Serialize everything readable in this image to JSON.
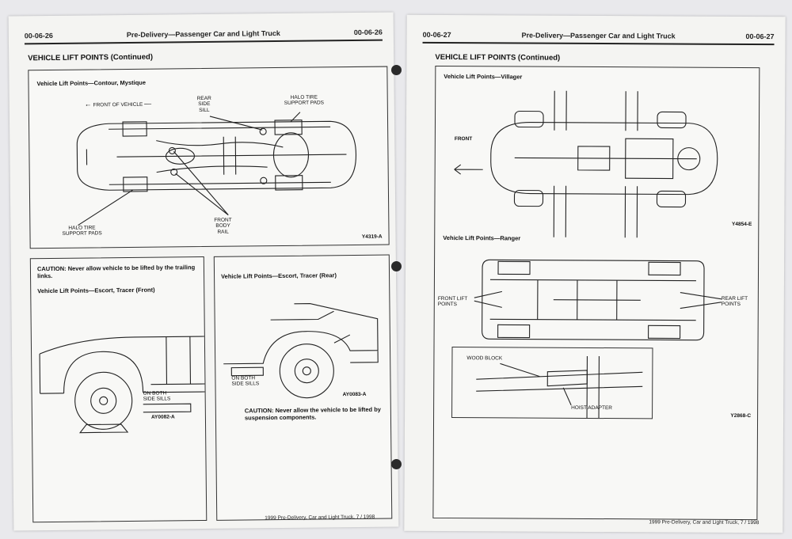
{
  "left_page": {
    "header": {
      "page_left": "00-06-26",
      "title": "Pre-Delivery—Passenger Car and Light Truck",
      "page_right": "00-06-26"
    },
    "section_title": "VEHICLE LIFT POINTS (Continued)",
    "figure1": {
      "caption": "Vehicle Lift Points—Contour, Mystique",
      "label_front": "FRONT OF VEHICLE",
      "label_rear_side_sill": "REAR\nSIDE\nSILL",
      "label_halo_top": "HALO TIRE\nSUPPORT PADS",
      "label_front_body_rail": "FRONT\nBODY\nRAIL",
      "label_halo_bottom": "HALO TIRE\nSUPPORT PADS",
      "fig_id": "Y4319-A"
    },
    "figure2": {
      "caution": "CAUTION: Never allow vehicle to be lifted by the trailing links.",
      "caption": "Vehicle Lift Points—Escort, Tracer (Front)",
      "label": "ON BOTH\nSIDE SILLS",
      "fig_id": "AY0082-A"
    },
    "figure3": {
      "caption": "Vehicle Lift Points—Escort, Tracer (Rear)",
      "label": "ON BOTH\nSIDE SILLS",
      "fig_id": "AY0083-A",
      "caution": "CAUTION: Never allow the vehicle to be lifted by suspension components."
    },
    "footer": "1999 Pre-Delivery, Car and Light Truck, 7 / 1998"
  },
  "right_page": {
    "header": {
      "page_left": "00-06-27",
      "title": "Pre-Delivery—Passenger Car and Light Truck",
      "page_right": "00-06-27"
    },
    "section_title": "VEHICLE LIFT POINTS (Continued)",
    "figure1": {
      "caption": "Vehicle Lift Points—Villager",
      "label_front": "FRONT",
      "fig_id": "Y4854-E"
    },
    "figure2": {
      "caption": "Vehicle Lift Points—Ranger",
      "label_front_lift": "FRONT LIFT\nPOINTS",
      "label_rear_lift": "REAR LIFT\nPOINTS",
      "inset_wood_block": "WOOD BLOCK",
      "inset_hoist_adapter": "HOIST ADAPTER",
      "fig_id": "Y2868-C"
    },
    "footer": "1999 Pre-Delivery, Car and Light Truck, 7 / 1998"
  }
}
